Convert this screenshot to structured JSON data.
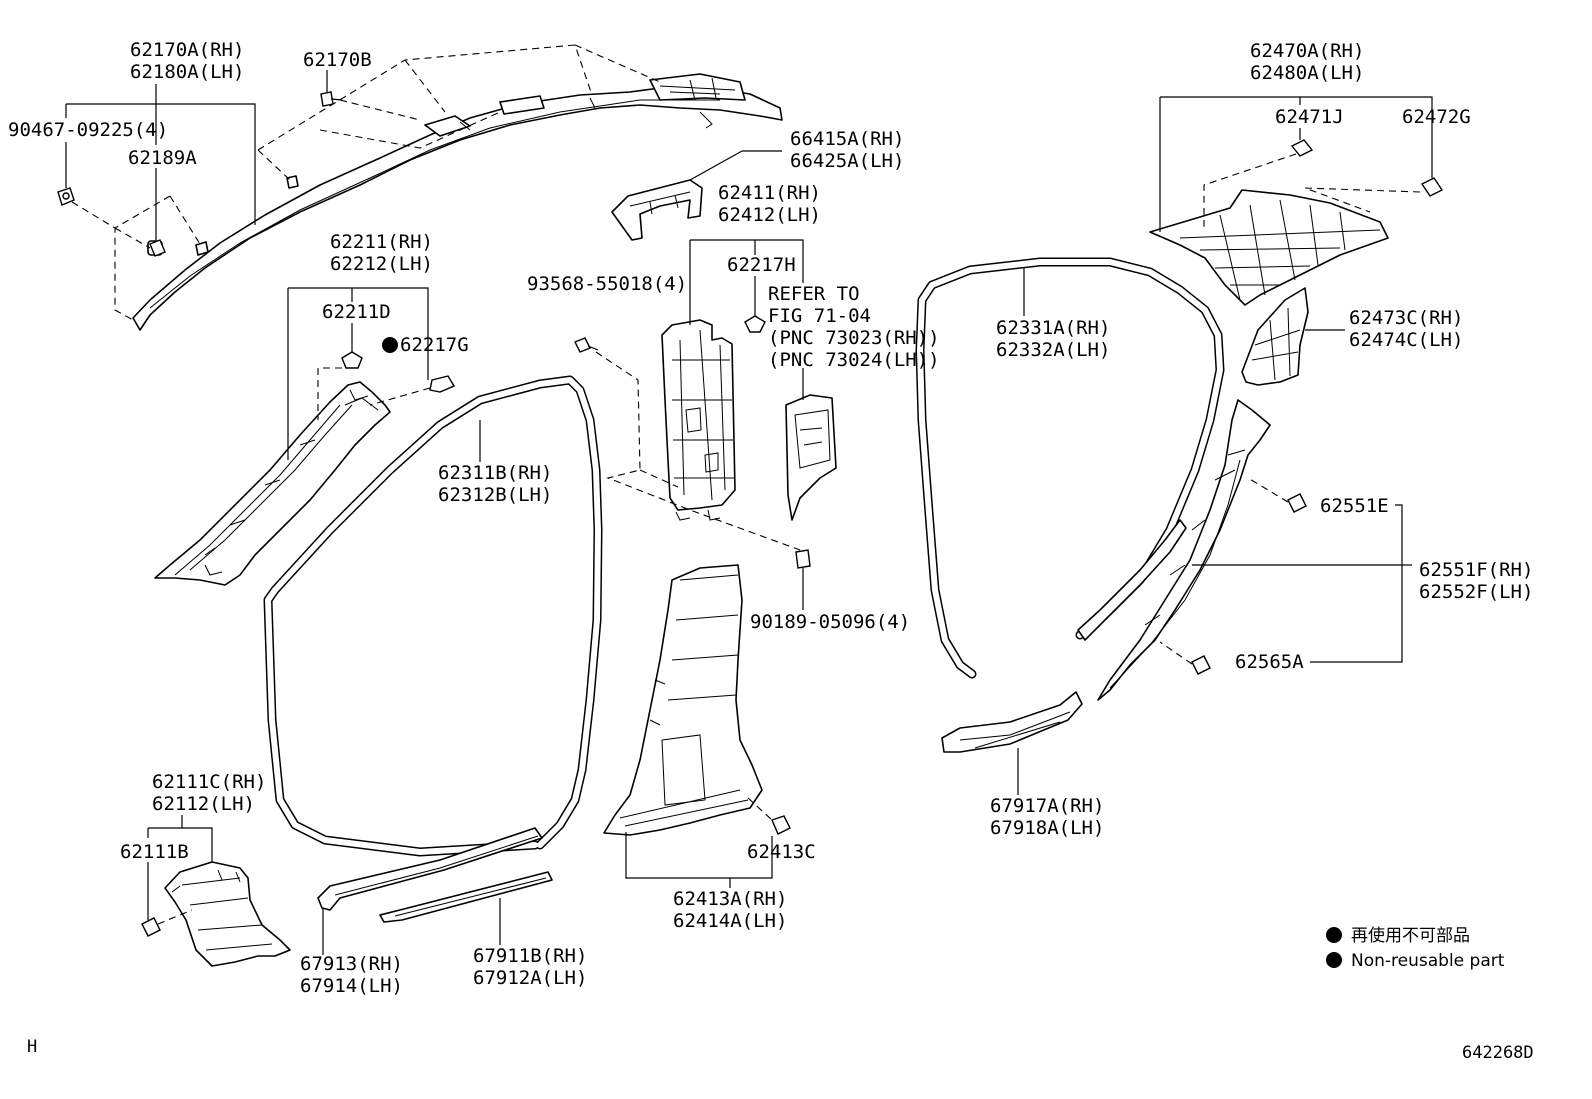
{
  "diagram": {
    "labels": {
      "airbag_rh": "62170A(RH)",
      "airbag_lh": "62180A(LH)",
      "bolt_62170b": "62170B",
      "screw_90467": "90467-09225(4)",
      "clip_62189a": "62189A",
      "c_pillar_rh": "62470A(RH)",
      "c_pillar_lh": "62480A(LH)",
      "clip_62471j": "62471J",
      "clip_62472g": "62472G",
      "bracket_rh": "66415A(RH)",
      "bracket_lh": "66425A(LH)",
      "b_upper_rh": "62411(RH)",
      "b_upper_lh": "62412(LH)",
      "clip_62217h": "62217H",
      "refer_1": "REFER TO",
      "refer_2": "FIG 71-04",
      "refer_3": "(PNC 73023(RH))",
      "refer_4": "(PNC 73024(LH))",
      "a_pillar_rh": "62211(RH)",
      "a_pillar_lh": "62212(LH)",
      "clip_62211d": "62211D",
      "clip_62217g": "62217G",
      "screw_93568": "93568-55018(4)",
      "rear_seal_rh": "62331A(RH)",
      "rear_seal_lh": "62332A(LH)",
      "rear_cover_rh": "62473C(RH)",
      "rear_cover_lh": "62474C(LH)",
      "front_seal_rh": "62311B(RH)",
      "front_seal_lh": "62312B(LH)",
      "clip_62551e": "62551E",
      "weatherstrip_rh": "62551F(RH)",
      "weatherstrip_lh": "62552F(LH)",
      "clip_90189": "90189-05096(4)",
      "clip_62565a": "62565A",
      "rear_scuff_rh": "67917A(RH)",
      "rear_scuff_lh": "67918A(LH)",
      "cowl_rh": "62111C(RH)",
      "cowl_lh": "62112(LH)",
      "clip_62111b": "62111B",
      "clip_62413c": "62413C",
      "b_lower_rh": "62413A(RH)",
      "b_lower_lh": "62414A(LH)",
      "front_scuff_rh": "67913(RH)",
      "front_scuff_lh": "67914(LH)",
      "scuff_plate_rh": "67911B(RH)",
      "scuff_plate_lh": "67912A(LH)"
    },
    "legend": {
      "jp": "再使用不可部品",
      "en": "Non-reusable part"
    },
    "corner_mark": "H",
    "figure_id": "642268D"
  }
}
